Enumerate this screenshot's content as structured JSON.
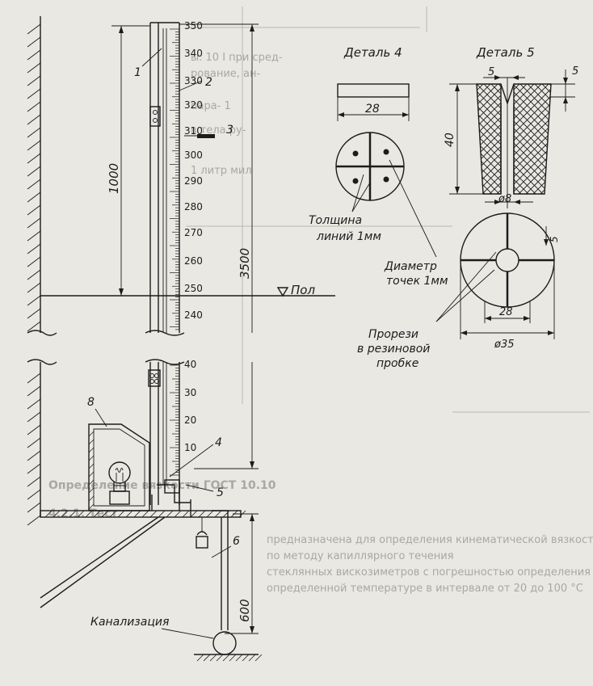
{
  "scale": {
    "top_label": "350",
    "labels_upper": [
      "340",
      "330",
      "320",
      "310",
      "300",
      "290",
      "280",
      "270",
      "260",
      "250",
      "240"
    ],
    "labels_lower": [
      "40",
      "30",
      "20",
      "10"
    ]
  },
  "callouts": [
    "1",
    "2",
    "3",
    "4",
    "5",
    "6",
    "8"
  ],
  "dimensions": {
    "d1000": "1000",
    "d3500": "3500",
    "d600": "600",
    "floor": "Пол"
  },
  "detail4": {
    "title": "Деталь 4",
    "width": "28",
    "note_lines_1": "Толщина",
    "note_lines_2": "линий 1мм",
    "note_dots_1": "Диаметр",
    "note_dots_2": "точек 1мм"
  },
  "detail5": {
    "title": "Деталь 5",
    "top_left": "5",
    "top_right": "5",
    "height": "40",
    "bottom_dia": "ø8",
    "slot": "5",
    "width": "28",
    "outer_dia": "ø35",
    "note_1": "Прорези",
    "note_2": "в резиновой",
    "note_3": "пробке"
  },
  "sewer": "Канализация",
  "background_text": [
    "ы. 10 I при сред-",
    "рование, ан-",
    "пара- 1",
    "в тела ру-",
    "1 литр мил",
    "Определение вязкости ГОСТ 10.10",
    "4.2.1. Тест",
    "предназначена для определения кинематической вязкости",
    "по методу капиллярного течения",
    "стеклянных вискозиметров с погрешностью определения",
    "определенной температуре в интервале от 20 до 100 °С"
  ]
}
